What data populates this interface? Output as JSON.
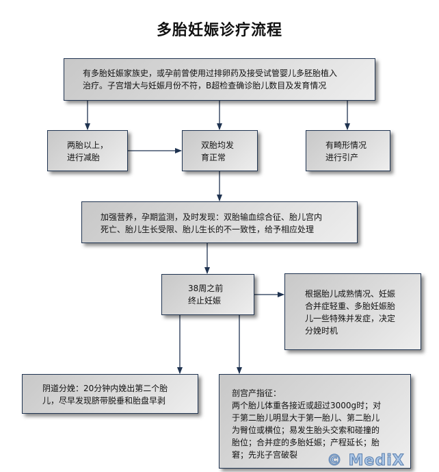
{
  "title": "多胎妊娠诊疗流程",
  "nodes": {
    "start": "有多胎妊娠家族史，或孕前曾使用过排卵药及接受试管婴儿多胚胎植入\n治疗。子宫增大与妊娠月份不符，B超检查确诊胎儿数目及发育情况",
    "reduction": "两胎以上，\n进行减胎",
    "twins_normal": "双胎均发\n育正常",
    "malformation": "有畸形情况\n进行引产",
    "monitoring": "加强营养，孕期监测，及时发现：双胎输血综合征、胎儿宫内\n死亡、胎儿生长受限、胎儿生长的不一致性，给予相应处理",
    "terminate": "38周之前\n终止妊娠",
    "timing": "根据胎儿成熟情况、妊娠\n合并症轻重、多胎妊娠胎\n儿一些特殊并发症，决定\n分娩时机",
    "vaginal": "阴道分娩：20分钟内娩出第二个胎\n儿，尽早发现脐带脱垂和胎盘早剥",
    "cesarean": "剖宫产指征：\n两个胎儿体重各接近或超过3000g时；对\n于第二胎儿明显大于第一胎儿、第二胎儿\n为臀位或横位；易发生胎头交索和碰撞的\n胎位；合并症的多胎妊娠；产程延长；胎\n窘；先兆子宫破裂"
  },
  "watermark": "© MediX",
  "colors": {
    "border": "#1f3350",
    "arrow": "#1f3350",
    "box_fill": "#d8d8d8"
  }
}
